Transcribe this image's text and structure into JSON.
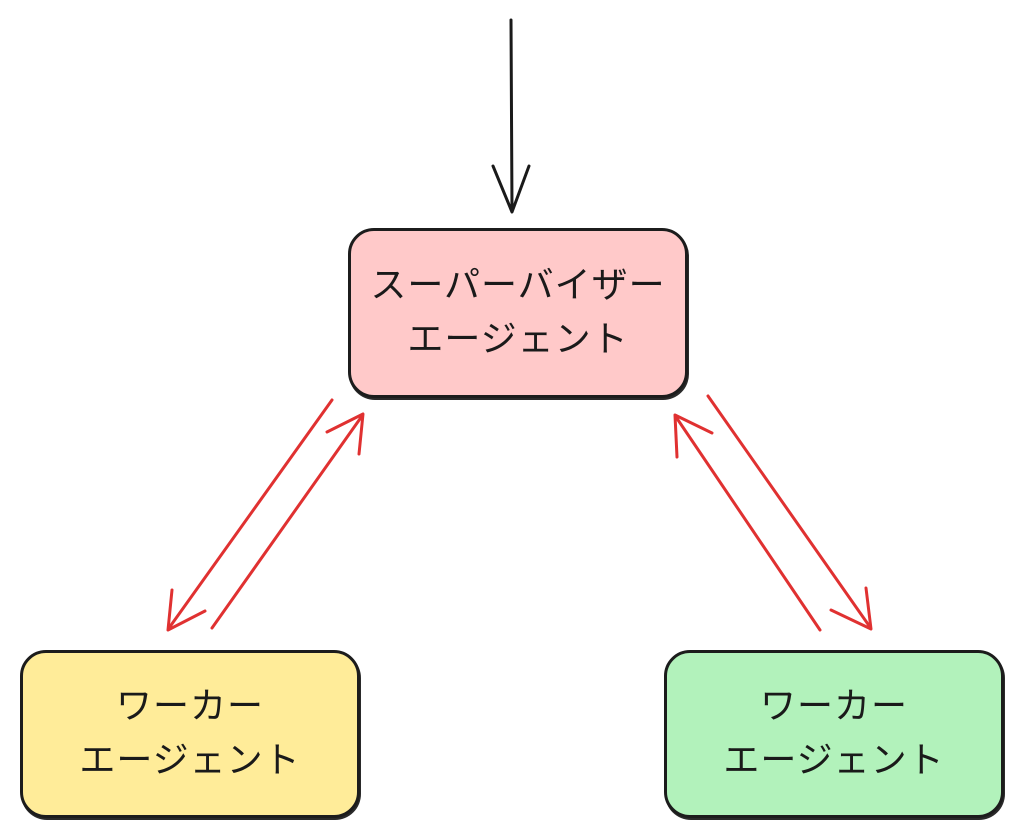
{
  "colors": {
    "supervisor_fill": "#ffc9c9",
    "worker_left_fill": "#ffec99",
    "worker_right_fill": "#b2f2bb",
    "node_border": "#1c1c1c",
    "input_arrow": "#1a1a1a",
    "link_arrows": "#e03131"
  },
  "nodes": {
    "supervisor": {
      "line1": "スーパーバイザー",
      "line2": "エージェント"
    },
    "worker_left": {
      "line1": "ワーカー",
      "line2": "エージェント"
    },
    "worker_right": {
      "line1": "ワーカー",
      "line2": "エージェント"
    }
  }
}
